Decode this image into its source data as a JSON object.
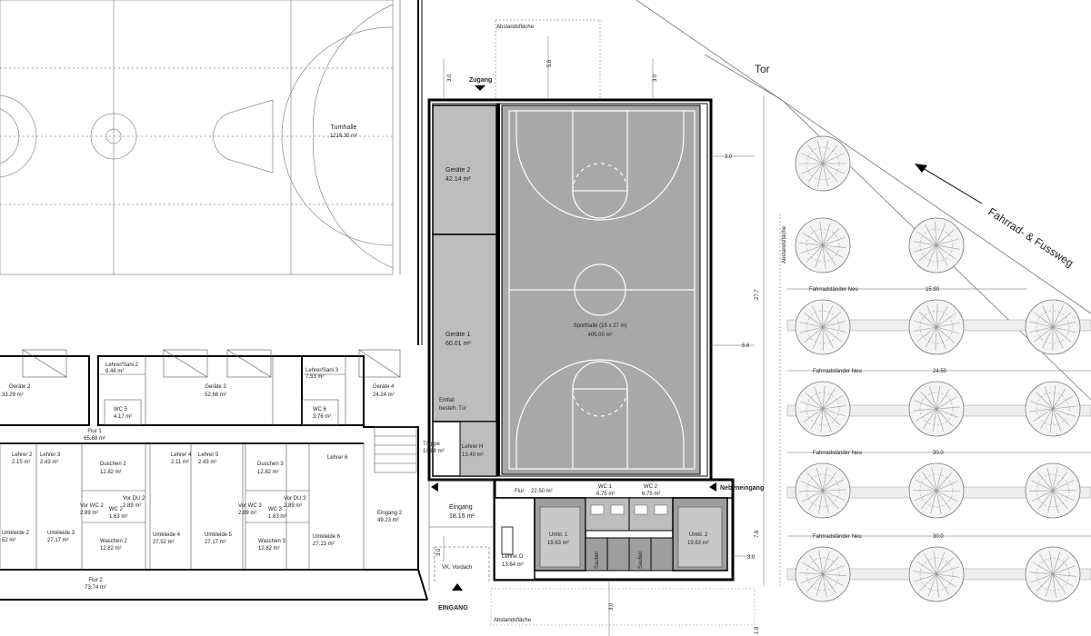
{
  "plan": {
    "old_hall": {
      "name": "Turnhalle",
      "area": "1216.35 m²"
    },
    "new_hall": {
      "name": "Sporthalle (15 x 27 m)",
      "area": "405.00 m²"
    },
    "rooms": {
      "geraete2": {
        "name": "Geräte 2",
        "area": "42.14 m²"
      },
      "geraete1": {
        "name": "Geräte 1",
        "area": "60.01 m²"
      },
      "entfall": {
        "line1": "Entfall",
        "line2": "besteh. Tür"
      },
      "lehrer_h": {
        "name": "Lehrer H",
        "area": "13.40 m²"
      },
      "treppe": {
        "name": "Treppe",
        "area": "14.88 m²"
      },
      "flur_new": {
        "name": "Flur",
        "area": "22.50 m²"
      },
      "wc1": {
        "name": "WC 1",
        "area": "6.75 m²"
      },
      "wc2": {
        "name": "WC 2",
        "area": "6.75 m²"
      },
      "eingang": {
        "name": "Eingang",
        "area": "18.15 m²"
      },
      "lehrer_d": {
        "name": "Lehrer D",
        "area": "13.64 m²"
      },
      "umkl1": {
        "name": "Umkl. 1",
        "area": "19.63 m²"
      },
      "umkl2": {
        "name": "Umkl. 2",
        "area": "19.63 m²"
      },
      "geraete3": {
        "name": "Geräte 3",
        "area": "52.66 m²"
      },
      "geraete4": {
        "name": "Geräte 4",
        "area": "24.24 m²"
      },
      "geraete2_old": {
        "name": "Geräte 2",
        "area": "33.29 m²"
      },
      "lehrer_sani2": {
        "name": "Lehrer/Sani 2",
        "area": "8.46 m²"
      },
      "lehrer_sani3": {
        "name": "Lehrer/Sani 3",
        "area": "7.53 m²"
      },
      "wc5": {
        "name": "WC 5",
        "area": "4.17 m²"
      },
      "wc6": {
        "name": "WC 6",
        "area": "3.76 m²"
      },
      "flur1": {
        "name": "Flur 1",
        "area": "65.68 m²"
      },
      "flur2": {
        "name": "Flur 2",
        "area": "73.74 m²"
      },
      "eingang2": {
        "name": "Eingang 2",
        "area": "49.23 m²"
      },
      "duschen2": {
        "name": "Duschen 2",
        "area": "12.82 m²"
      },
      "duschen3": {
        "name": "Duschen 3",
        "area": "12.82 m²"
      },
      "waschen2": {
        "name": "Waschen 2",
        "area": "12.82 m²"
      },
      "waschen3": {
        "name": "Waschen 3",
        "area": "12.82 m²"
      },
      "umkleide2": {
        "name": "Umkleide 2",
        "area": "52 m²"
      },
      "umkleide3": {
        "name": "Umkleide 3",
        "area": "27.17 m²"
      },
      "umkleide4": {
        "name": "Umkleide 4",
        "area": "27.52 m²"
      },
      "umkleide5": {
        "name": "Umkleide 5",
        "area": "27.17 m²"
      },
      "umkleide6": {
        "name": "Umkleide 6",
        "area": "27.13 m²"
      },
      "lehrer2": {
        "name": "Lehrer 2",
        "area": "2.15 m²"
      },
      "lehrer3": {
        "name": "Lehrer 3",
        "area": "2.43 m²"
      },
      "lehrer4": {
        "name": "Lehrer 4",
        "area": "2.11 m²"
      },
      "lehrer5": {
        "name": "Lehrer 5",
        "area": "2.43 m²"
      },
      "vor_wc2": {
        "name": "Vor WC 2",
        "area": "2.89 m²"
      },
      "vor_du2": {
        "name": "Vor DU 2",
        "area": "2.89 m²"
      },
      "vor_wc3": {
        "name": "Vor WC 3",
        "area": "2.89 m²"
      },
      "vor_du3": {
        "name": "Vor DU 3",
        "area": "2.89 m²"
      },
      "wc2_old": {
        "name": "WC 2",
        "area": "1.63 m²"
      },
      "wc3_old": {
        "name": "WC 3",
        "area": "1.63 m²"
      },
      "lehrer6": {
        "name": "Lehrer 6"
      }
    },
    "labels": {
      "tor": "Tor",
      "path": "Fahrrad- & Fussweg",
      "zugang": "Zugang",
      "nebeneingang": "Nebeneingang",
      "eingang_main": "EINGANG",
      "vk_vordach": "VK. Vordach",
      "abstandsflaeche": "Abstandsfläche"
    },
    "dimensions": {
      "d_top_left": "3.0",
      "d_top_mid": "5.6",
      "d_top_right": "3.0",
      "d_right_top": "3.0",
      "d_right_mid": "5.6",
      "d_right_low": "3.0",
      "d_bottom": "3.0",
      "d_eingang": "3.0",
      "d_vert1": "27.7",
      "d_vert2": "7.6",
      "d_vert3": "1.8"
    },
    "bike_racks": [
      {
        "label": "Fahrradständer Neu",
        "dim": "15.90"
      },
      {
        "label": "Fahrradständer Neu",
        "dim": "24.50"
      },
      {
        "label": "Fahrradständer Neu",
        "dim": "30.0"
      },
      {
        "label": "Fahrradständer Neu",
        "dim": "30.0"
      }
    ],
    "stair_labels": {
      "mini1": "Sauber",
      "mini2": "Sauber"
    }
  }
}
